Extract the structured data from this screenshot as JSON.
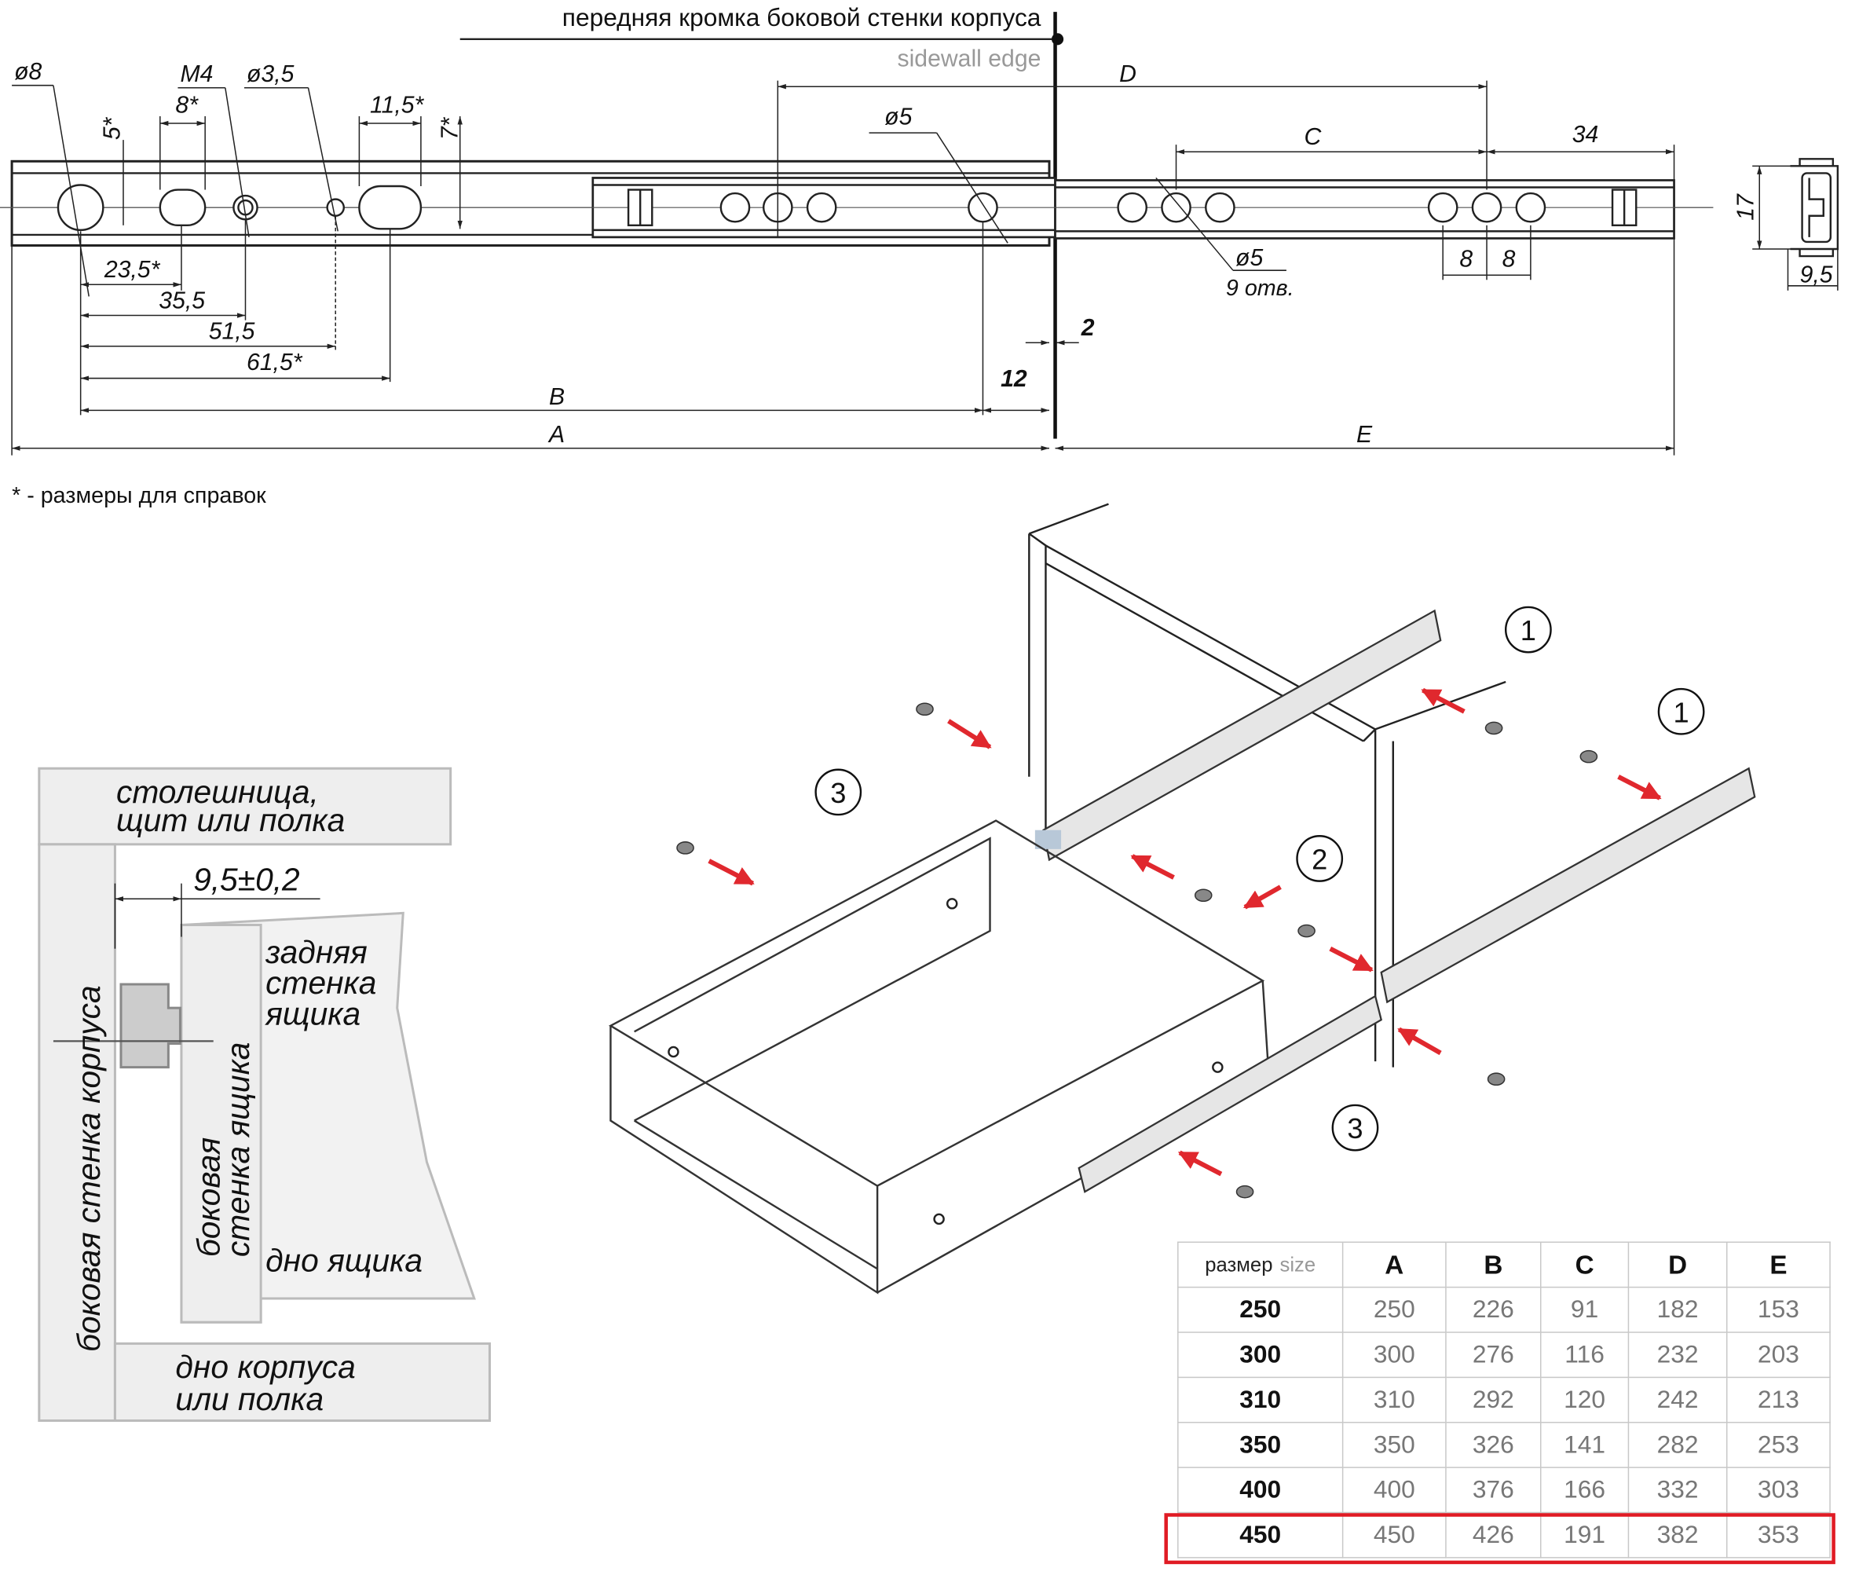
{
  "top_drawing": {
    "edge_label_ru": "передняя кромка боковой стенки корпуса",
    "edge_label_en": "sidewall edge",
    "callouts": {
      "d8": "ø8",
      "m4": "M4",
      "d3_5": "ø3,5",
      "w8": "8*",
      "h5": "5*",
      "w11_5": "11,5*",
      "h7": "7*",
      "d5_left": "ø5",
      "d5_right": "ø5",
      "holes_count": "9 отв.",
      "pitch1": "8",
      "pitch2": "8",
      "gap2": "2",
      "off12": "12",
      "h17": "17",
      "w9_5": "9,5"
    },
    "dimensions": {
      "d23_5": "23,5*",
      "d35_5": "35,5",
      "d51_5": "51,5",
      "d61_5": "61,5*",
      "A": "A",
      "B": "B",
      "C": "C",
      "D": "D",
      "E": "E",
      "d34": "34"
    },
    "footnote": "* - размеры для справок"
  },
  "section": {
    "countertop_1": "столешница,",
    "countertop_2": "щит или полка",
    "clearance": "9,5±0,2",
    "cabinet_side": "боковая стенка корпуса",
    "drawer_side_1": "боковая",
    "drawer_side_2": "стенка ящика",
    "drawer_back_1": "задняя",
    "drawer_back_2": "стенка",
    "drawer_back_3": "ящика",
    "drawer_bottom": "дно ящика",
    "cabinet_bottom_1": "дно корпуса",
    "cabinet_bottom_2": "или полка"
  },
  "assembly": {
    "steps": [
      "1",
      "1",
      "3",
      "2",
      "3"
    ],
    "arrow_color": "#e0282e"
  },
  "table": {
    "header_ru": "размер",
    "header_en": "size",
    "columns": [
      "A",
      "B",
      "C",
      "D",
      "E"
    ],
    "rows": [
      {
        "size": "250",
        "A": "250",
        "B": "226",
        "C": "91",
        "D": "182",
        "E": "153"
      },
      {
        "size": "300",
        "A": "300",
        "B": "276",
        "C": "116",
        "D": "232",
        "E": "203"
      },
      {
        "size": "310",
        "A": "310",
        "B": "292",
        "C": "120",
        "D": "242",
        "E": "213"
      },
      {
        "size": "350",
        "A": "350",
        "B": "326",
        "C": "141",
        "D": "282",
        "E": "253"
      },
      {
        "size": "400",
        "A": "400",
        "B": "376",
        "C": "166",
        "D": "332",
        "E": "303"
      },
      {
        "size": "450",
        "A": "450",
        "B": "426",
        "C": "191",
        "D": "382",
        "E": "353"
      }
    ],
    "highlighted_row": "450",
    "highlight_color": "#e01b24"
  }
}
